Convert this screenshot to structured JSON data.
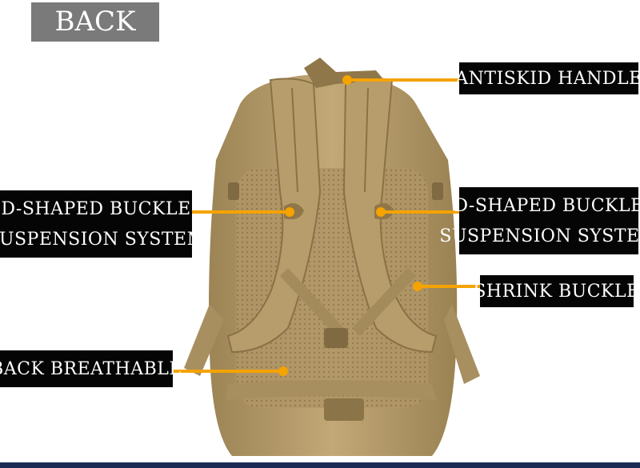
{
  "title": "BACK",
  "callouts": {
    "antiskid_handle": "ANTISKID HANDLE",
    "d_buckle_left_line1": "D-SHAPED BUCKLE",
    "d_buckle_left_line2": "SUSPENSION SYSTEM",
    "d_buckle_right_line1": "D-SHAPED BUCKLE",
    "d_buckle_right_line2": "SUSPENSION SYSTEM",
    "shrink_buckle": "SHRINK BUCKLE",
    "back_breathable": "BACK BREATHABLE"
  },
  "colors": {
    "label_bg": "#050505",
    "label_text": "#ffffff",
    "title_bg": "#7a7a7a",
    "leader": "#f5a300",
    "pack_tan": "#b59a68"
  }
}
